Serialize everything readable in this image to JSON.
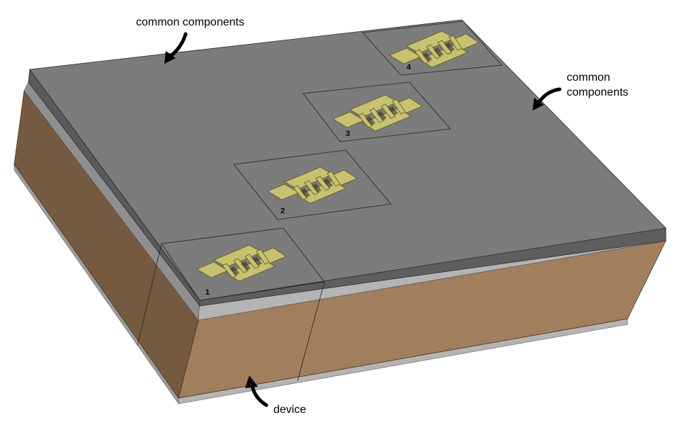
{
  "labels": {
    "common_top": "common components",
    "common_right_line1": "common",
    "common_right_line2": "components",
    "device": "device"
  },
  "devices": [
    {
      "number": "1"
    },
    {
      "number": "2"
    },
    {
      "number": "3"
    },
    {
      "number": "4"
    }
  ],
  "colors": {
    "top_face": "#7c7c7c",
    "top_layer_side": "#5e5e5e",
    "substrate_front": "#a27f5c",
    "substrate_left": "#765a40",
    "base_layer": "#b4b4b4",
    "electrode": "#c6c26e",
    "outline": "#2b2b2b"
  }
}
